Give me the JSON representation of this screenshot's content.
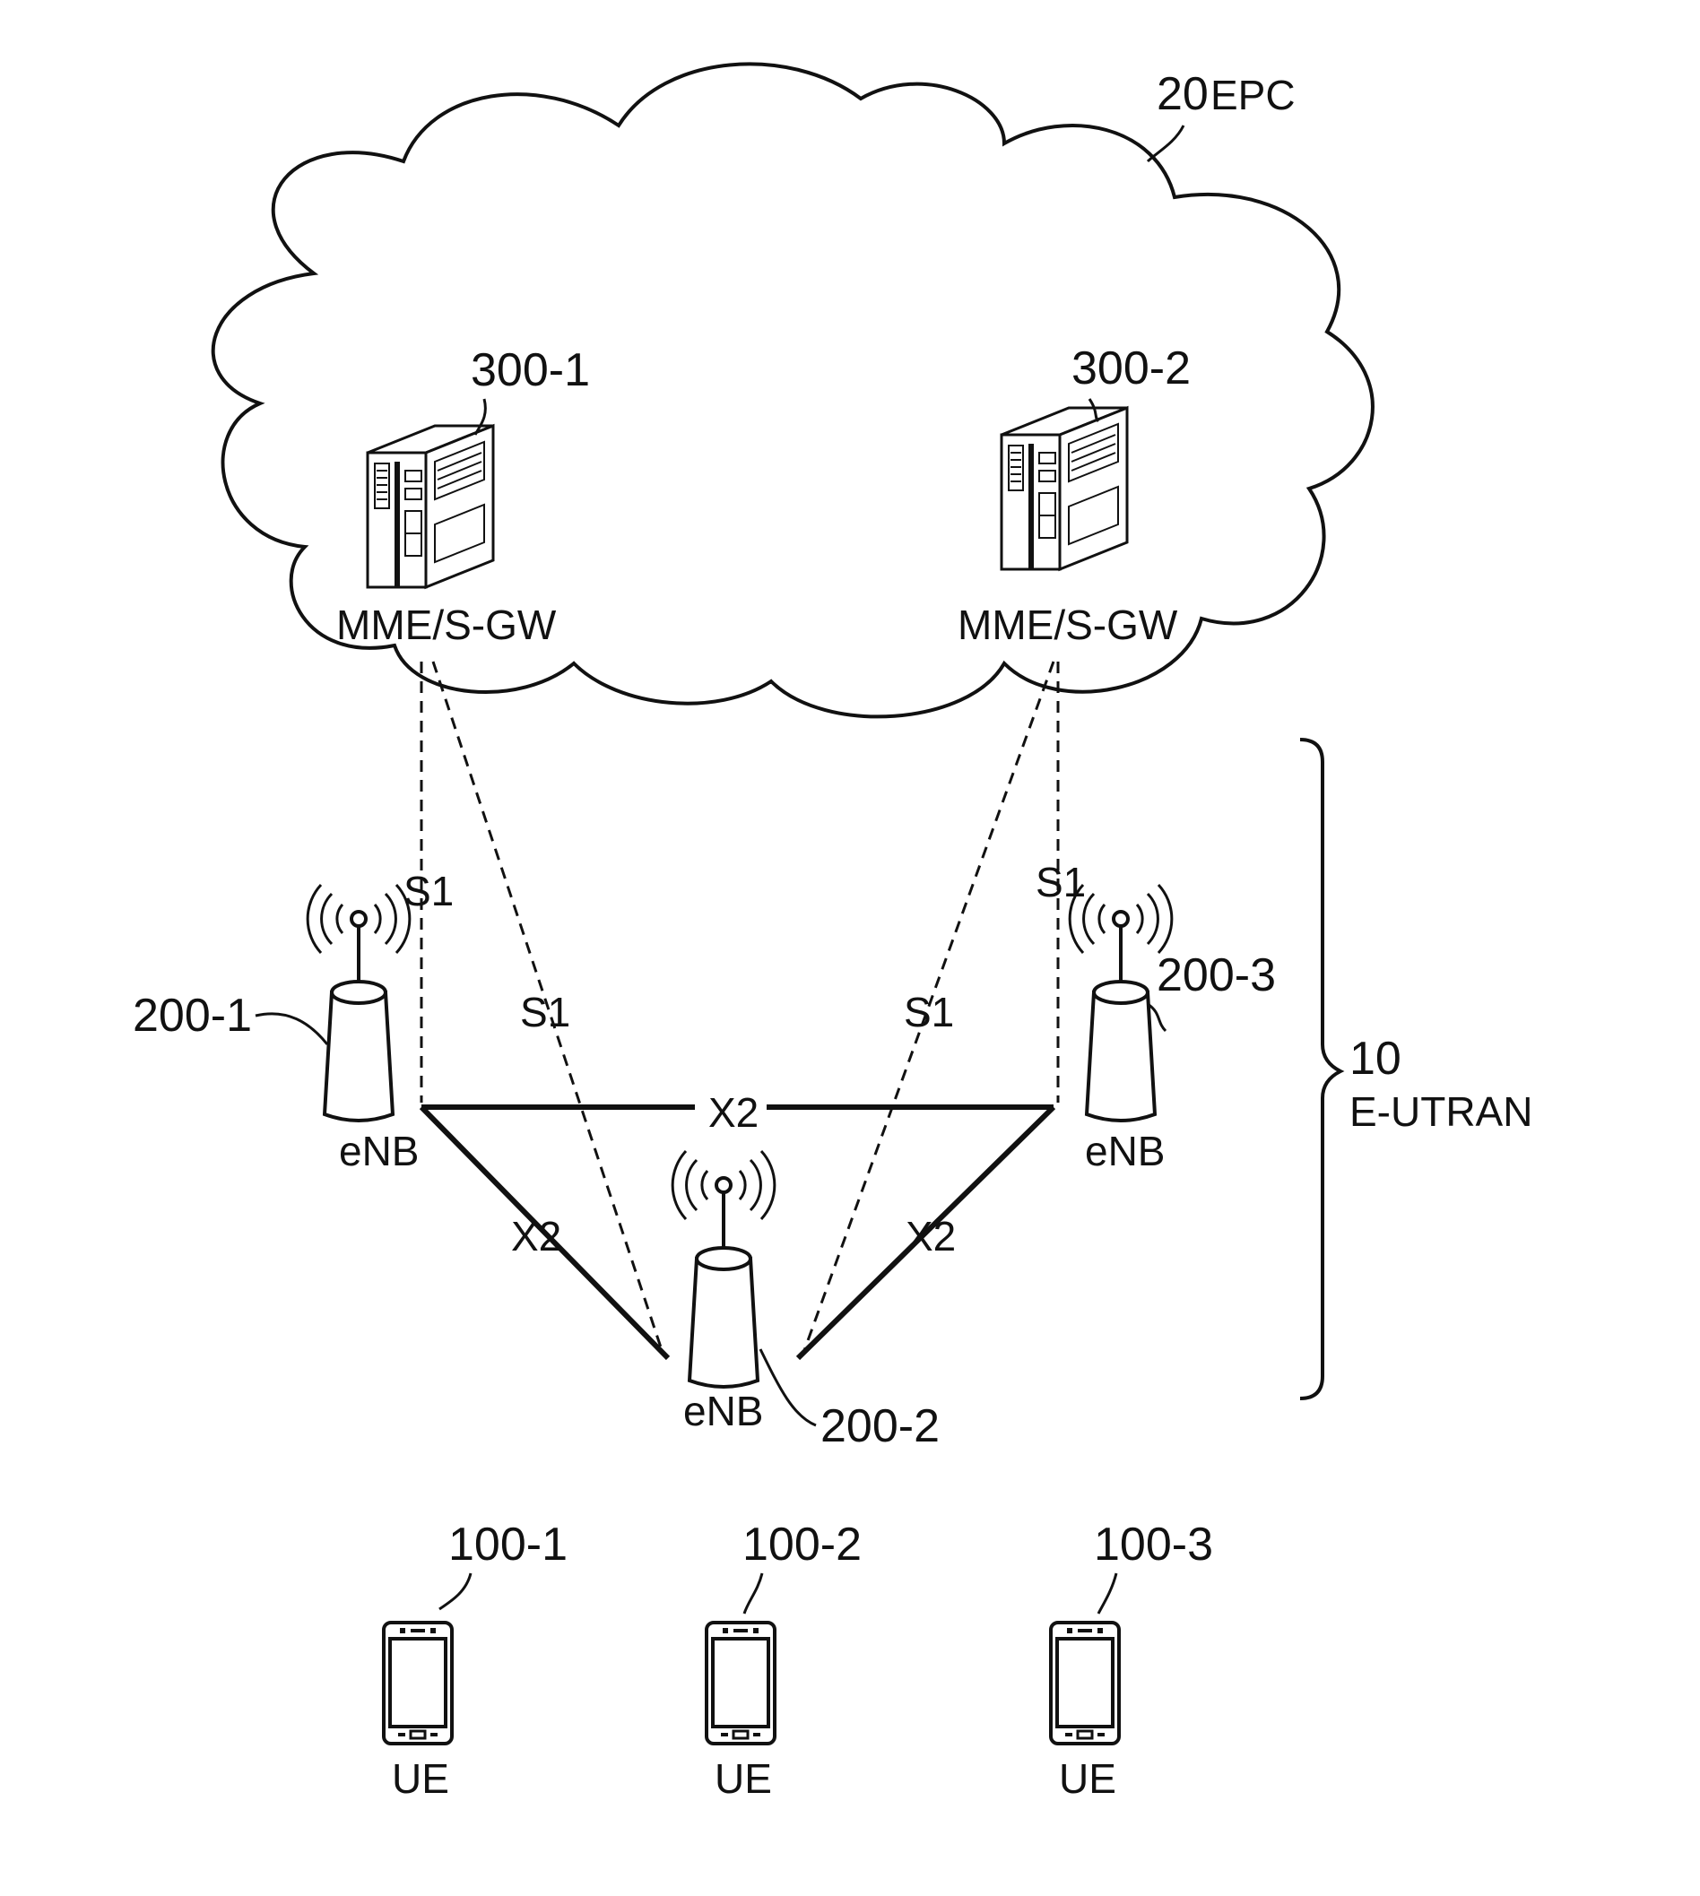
{
  "epc": {
    "ref": "20",
    "label": "EPC"
  },
  "eutran": {
    "ref": "10",
    "label": "E-UTRAN"
  },
  "servers": [
    {
      "ref": "300-1",
      "label": "MME/S-GW"
    },
    {
      "ref": "300-2",
      "label": "MME/S-GW"
    }
  ],
  "enbs": [
    {
      "ref": "200-1",
      "label": "eNB"
    },
    {
      "ref": "200-2",
      "label": "eNB"
    },
    {
      "ref": "200-3",
      "label": "eNB"
    }
  ],
  "ues": [
    {
      "ref": "100-1",
      "label": "UE"
    },
    {
      "ref": "100-2",
      "label": "UE"
    },
    {
      "ref": "100-3",
      "label": "UE"
    }
  ],
  "interfaces": {
    "s1": "S1",
    "x2": "X2"
  }
}
